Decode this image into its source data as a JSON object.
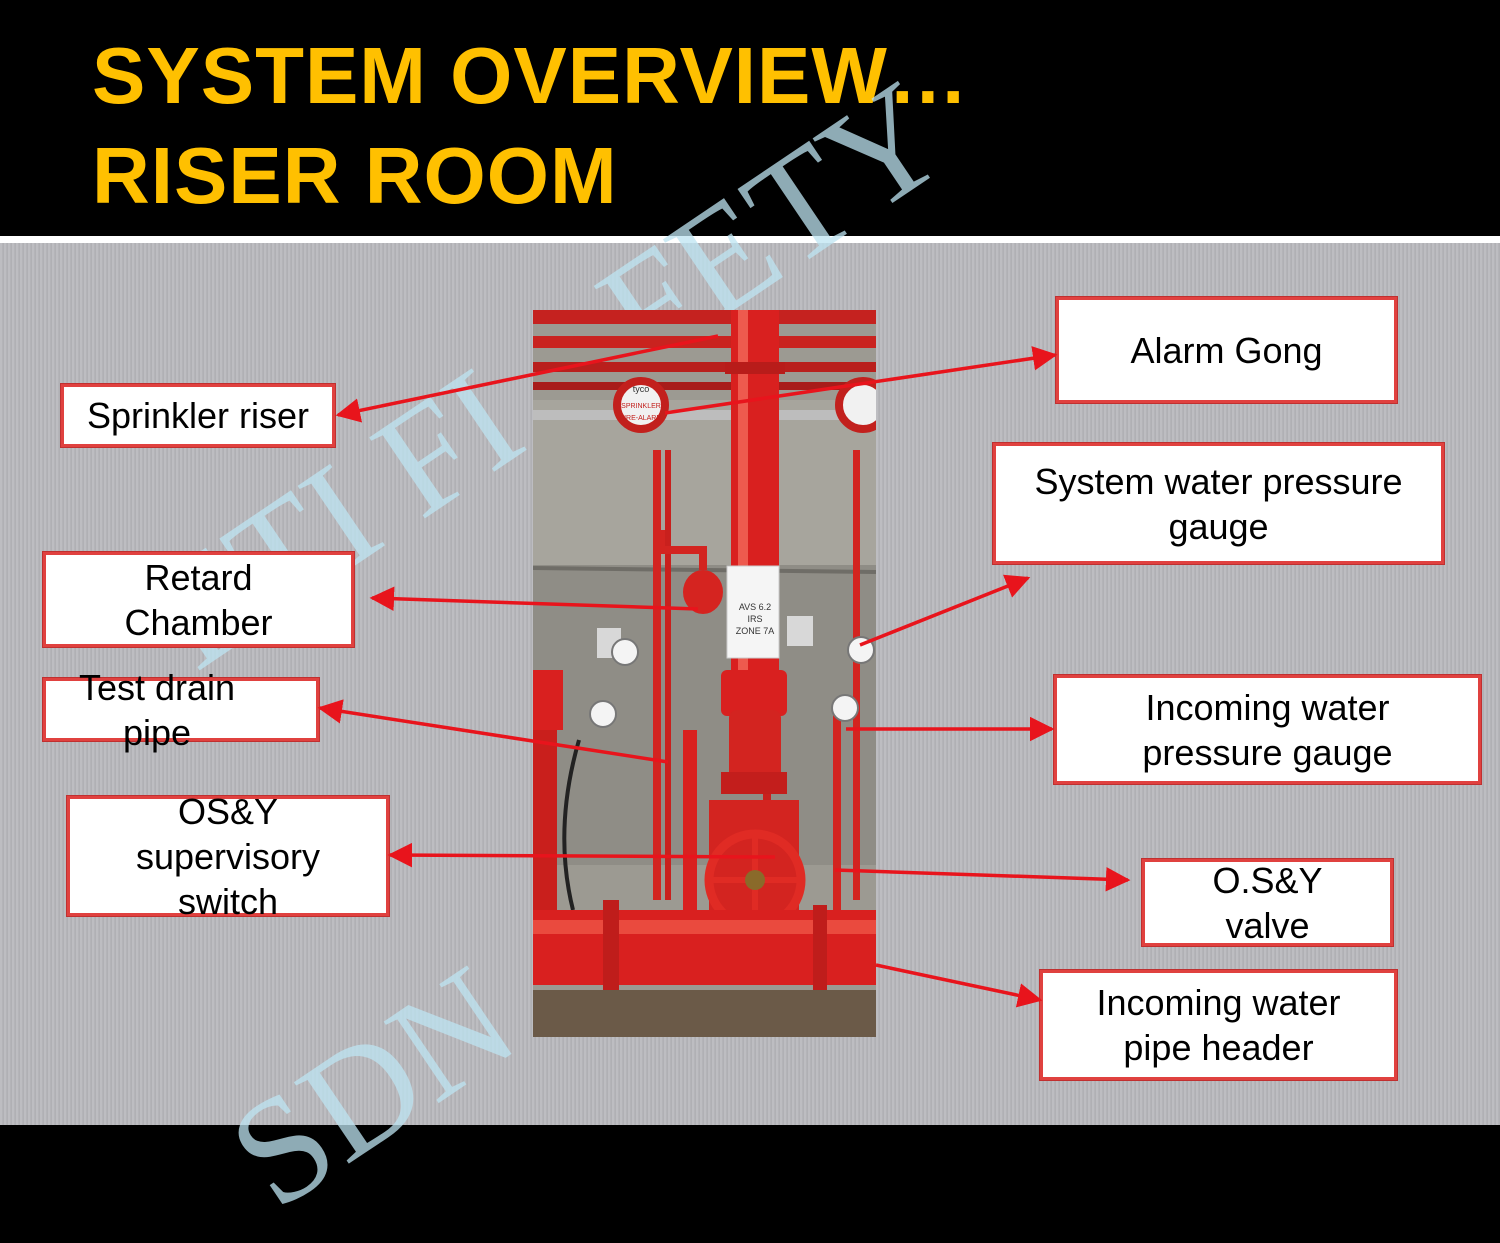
{
  "header": {
    "title_line1": "SYSTEM OVERVIEW…",
    "title_line2": "RISER ROOM"
  },
  "watermark": {
    "line1": "ETI FI    AFETY",
    "line2": "SDN"
  },
  "photo": {
    "sign_text_1": "AVS 6.2",
    "sign_text_2": "IRS",
    "sign_text_3": "ZONE 7A",
    "bell_brand": "tyco",
    "bell_text_1": "SPRINKLER",
    "bell_text_2": "FIRE-ALARM"
  },
  "labels": {
    "sprinkler_riser": "Sprinkler riser",
    "retard_chamber": "Retard\nChamber",
    "test_drain_pipe": "Test drain\npipe",
    "osy_supervisory_switch": "OS&Y\nsupervisory\nswitch",
    "alarm_gong": "Alarm Gong",
    "system_water_pressure_gauge": "System water pressure\ngauge",
    "incoming_water_pressure_gauge": "Incoming water\npressure gauge",
    "osy_valve": "O.S&Y\nvalve",
    "incoming_water_pipe_header": "Incoming water\npipe header"
  },
  "colors": {
    "title": "#ffc000",
    "arrow": "#e8141c",
    "label_border": "#e0413f",
    "pipe_red": "#d9201f"
  }
}
